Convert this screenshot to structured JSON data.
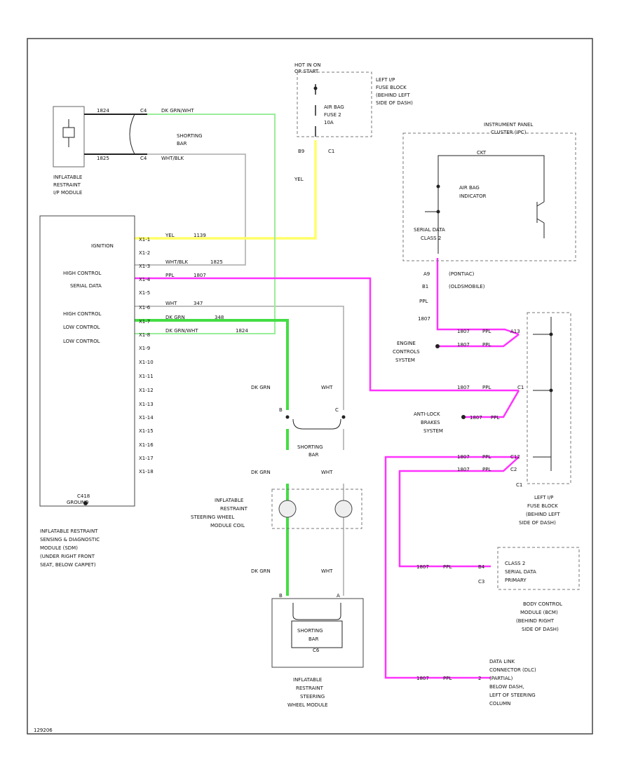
{
  "colors": {
    "yellow": "#ffff66",
    "green": "#44dd44",
    "light_green": "#99ee99",
    "magenta": "#ff33ff",
    "gray": "#aaaaaa",
    "black": "#222222"
  },
  "fuse": {
    "header": [
      "HOT IN ON",
      "OR START"
    ],
    "name": [
      "AIR BAG",
      "FUSE 2",
      "10A"
    ],
    "location": [
      "LEFT I/P",
      "FUSE BLOCK",
      "(BEHIND LEFT",
      "SIDE OF DASH)"
    ],
    "pin_left": "B9",
    "pin_right": "C1",
    "wire": "YEL"
  },
  "ipc": {
    "title": [
      "INSTRUMENT PANEL",
      "CLUSTER (IPC)"
    ],
    "sub": "CKT",
    "indicator": [
      "AIR BAG",
      "INDICATOR"
    ],
    "serial": [
      "SERIAL DATA",
      "CLASS 2"
    ],
    "pins": [
      "A9",
      "B1",
      "PPL",
      "1807"
    ],
    "pin_notes": [
      "(PONTIAC)",
      "(OLDSMOBILE)"
    ]
  },
  "ip_module": {
    "pin1": "C4",
    "pin2": "C4",
    "ckt1": "1824",
    "ckt2": "1825",
    "wire1": "DK GRN/WHT",
    "wire2": "WHT/BLK",
    "label": [
      "INFLATABLE",
      "RESTRAINT",
      "I/P MODULE"
    ],
    "bar": [
      "SHORTING",
      "BAR"
    ]
  },
  "sdm": {
    "labels": [
      "IGNITION",
      "HIGH CONTROL",
      "SERIAL DATA",
      "HIGH CONTROL",
      "LOW CONTROL",
      "LOW CONTROL"
    ],
    "pins": [
      "X1-1",
      "X1-2",
      "X1-3",
      "X1-4",
      "X1-5",
      "X1-6",
      "X1-7",
      "X1-8",
      "X1-9",
      "X1-10",
      "X1-11",
      "X1-12",
      "X1-13",
      "X1-14",
      "X1-15",
      "X1-16",
      "X1-17",
      "X1-18"
    ],
    "wires": [
      {
        "text": "YEL",
        "ckt": "1139"
      },
      {
        "text": "WHT/BLK",
        "ckt": "1825"
      },
      {
        "text": "PPL",
        "ckt": "1807"
      },
      {
        "text": "WHT",
        "ckt": "347"
      },
      {
        "text": "DK GRN",
        "ckt": "348"
      },
      {
        "text": "DK GRN/WHT",
        "ckt": "1824"
      }
    ],
    "ground": [
      "C418",
      "GROUND"
    ],
    "name": [
      "INFLATABLE RESTRAINT",
      "SENSING & DIAGNOSTIC",
      "MODULE (SDM)",
      "(UNDER RIGHT FRONT",
      "SEAT, BELOW CARPET)"
    ]
  },
  "coil": {
    "wire_left": "DK GRN",
    "wire_right": "WHT",
    "pin_left": "B",
    "pin_right": "C",
    "bar": [
      "SHORTING",
      "BAR"
    ],
    "name": [
      "INFLATABLE",
      "RESTRAINT",
      "STEERING WHEEL",
      "MODULE COIL"
    ]
  },
  "wheel": {
    "wire_left": "DK GRN",
    "wire_right": "WHT",
    "pin_left": "B",
    "pin_right": "A",
    "bar": [
      "SHORTING",
      "BAR"
    ],
    "bar_small": "C6",
    "name": [
      "INFLATABLE",
      "RESTRAINT",
      "STEERING",
      "WHEEL MODULE"
    ]
  },
  "splice": {
    "entries": [
      {
        "ckt": "1807",
        "color": "PPL",
        "pin": "A13"
      },
      {
        "ckt": "1807",
        "color": "PPL",
        "pin": "C1"
      },
      {
        "ckt": "1807",
        "color": "PPL",
        "pin": "C12"
      },
      {
        "ckt": "1807",
        "color": "PPL",
        "pin": "C2"
      }
    ],
    "feeds": [
      {
        "ckt": "1807",
        "color": "PPL"
      },
      {
        "ckt": "1807",
        "color": "PPL"
      }
    ],
    "connector": "C1",
    "location": [
      "LEFT I/P",
      "FUSE BLOCK",
      "(BEHIND LEFT",
      "SIDE OF DASH)"
    ]
  },
  "engine": [
    "ENGINE",
    "CONTROLS",
    "SYSTEM"
  ],
  "abs": [
    "ANTI-LOCK",
    "BRAKES",
    "SYSTEM"
  ],
  "bcm": {
    "wire": {
      "ckt": "1807",
      "color": "PPL"
    },
    "pin": "B4",
    "conn": "C3",
    "label": [
      "CLASS 2",
      "SERIAL DATA",
      "PRIMARY"
    ],
    "name": [
      "BODY CONTROL",
      "MODULE (BCM)",
      "(BEHIND RIGHT",
      "SIDE OF DASH)"
    ]
  },
  "dlc": {
    "wire": {
      "ckt": "1807",
      "color": "PPL"
    },
    "pin": "2",
    "name": [
      "DATA LINK",
      "CONNECTOR (DLC)",
      "(PARTIAL)",
      "BELOW DASH,",
      "LEFT OF STEERING",
      "COLUMN"
    ]
  },
  "footer": "129206"
}
